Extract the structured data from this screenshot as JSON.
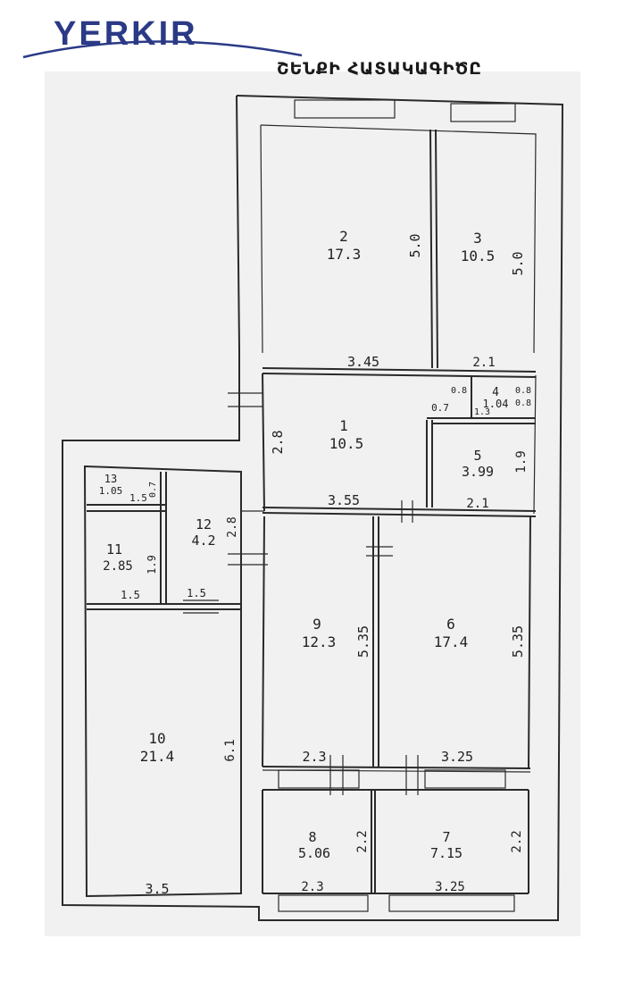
{
  "brand": {
    "logo_text": "YERKIR",
    "logo_color": "#2b3a86"
  },
  "document_title": "ՇԵՆՔԻ ՀԱՏԱԿԱԳԻԾԸ",
  "rooms": [
    {
      "number": "1",
      "area": "10.5"
    },
    {
      "number": "2",
      "area": "17.3"
    },
    {
      "number": "3",
      "area": "10.5"
    },
    {
      "number": "4",
      "area": "1.04"
    },
    {
      "number": "5",
      "area": "3.99"
    },
    {
      "number": "6",
      "area": "17.4"
    },
    {
      "number": "7",
      "area": "7.15"
    },
    {
      "number": "8",
      "area": "5.06"
    },
    {
      "number": "9",
      "area": "12.3"
    },
    {
      "number": "10",
      "area": "21.4"
    },
    {
      "number": "11",
      "area": "2.85"
    },
    {
      "number": "12",
      "area": "4.2"
    },
    {
      "number": "13",
      "area": "1.05"
    }
  ],
  "dimensions": {
    "room2_height": "5.0",
    "room3_height": "5.0",
    "corridor_top_left": "3.45",
    "corridor_top_right": "2.1",
    "room4_d1": "0.8",
    "room4_d2": "0.8",
    "room4_d3": "0.8",
    "room4_d4": "1.3",
    "d_0_7": "0.7",
    "room1_height": "2.8",
    "room5_height": "1.9",
    "mid_left": "3.55",
    "mid_right": "2.1",
    "room13_width": "1.5",
    "room13_height": "0.7",
    "room12_height": "2.8",
    "room11_height": "1.9",
    "room11_width": "1.5",
    "room12_width": "1.5",
    "room9_height": "5.35",
    "room6_height": "5.35",
    "room10_height": "6.1",
    "lower_left": "2.3",
    "lower_right": "3.25",
    "room8_height": "2.2",
    "room7_height": "2.2",
    "room10_width": "3.5",
    "bottom_left": "2.3",
    "bottom_right": "3.25"
  }
}
